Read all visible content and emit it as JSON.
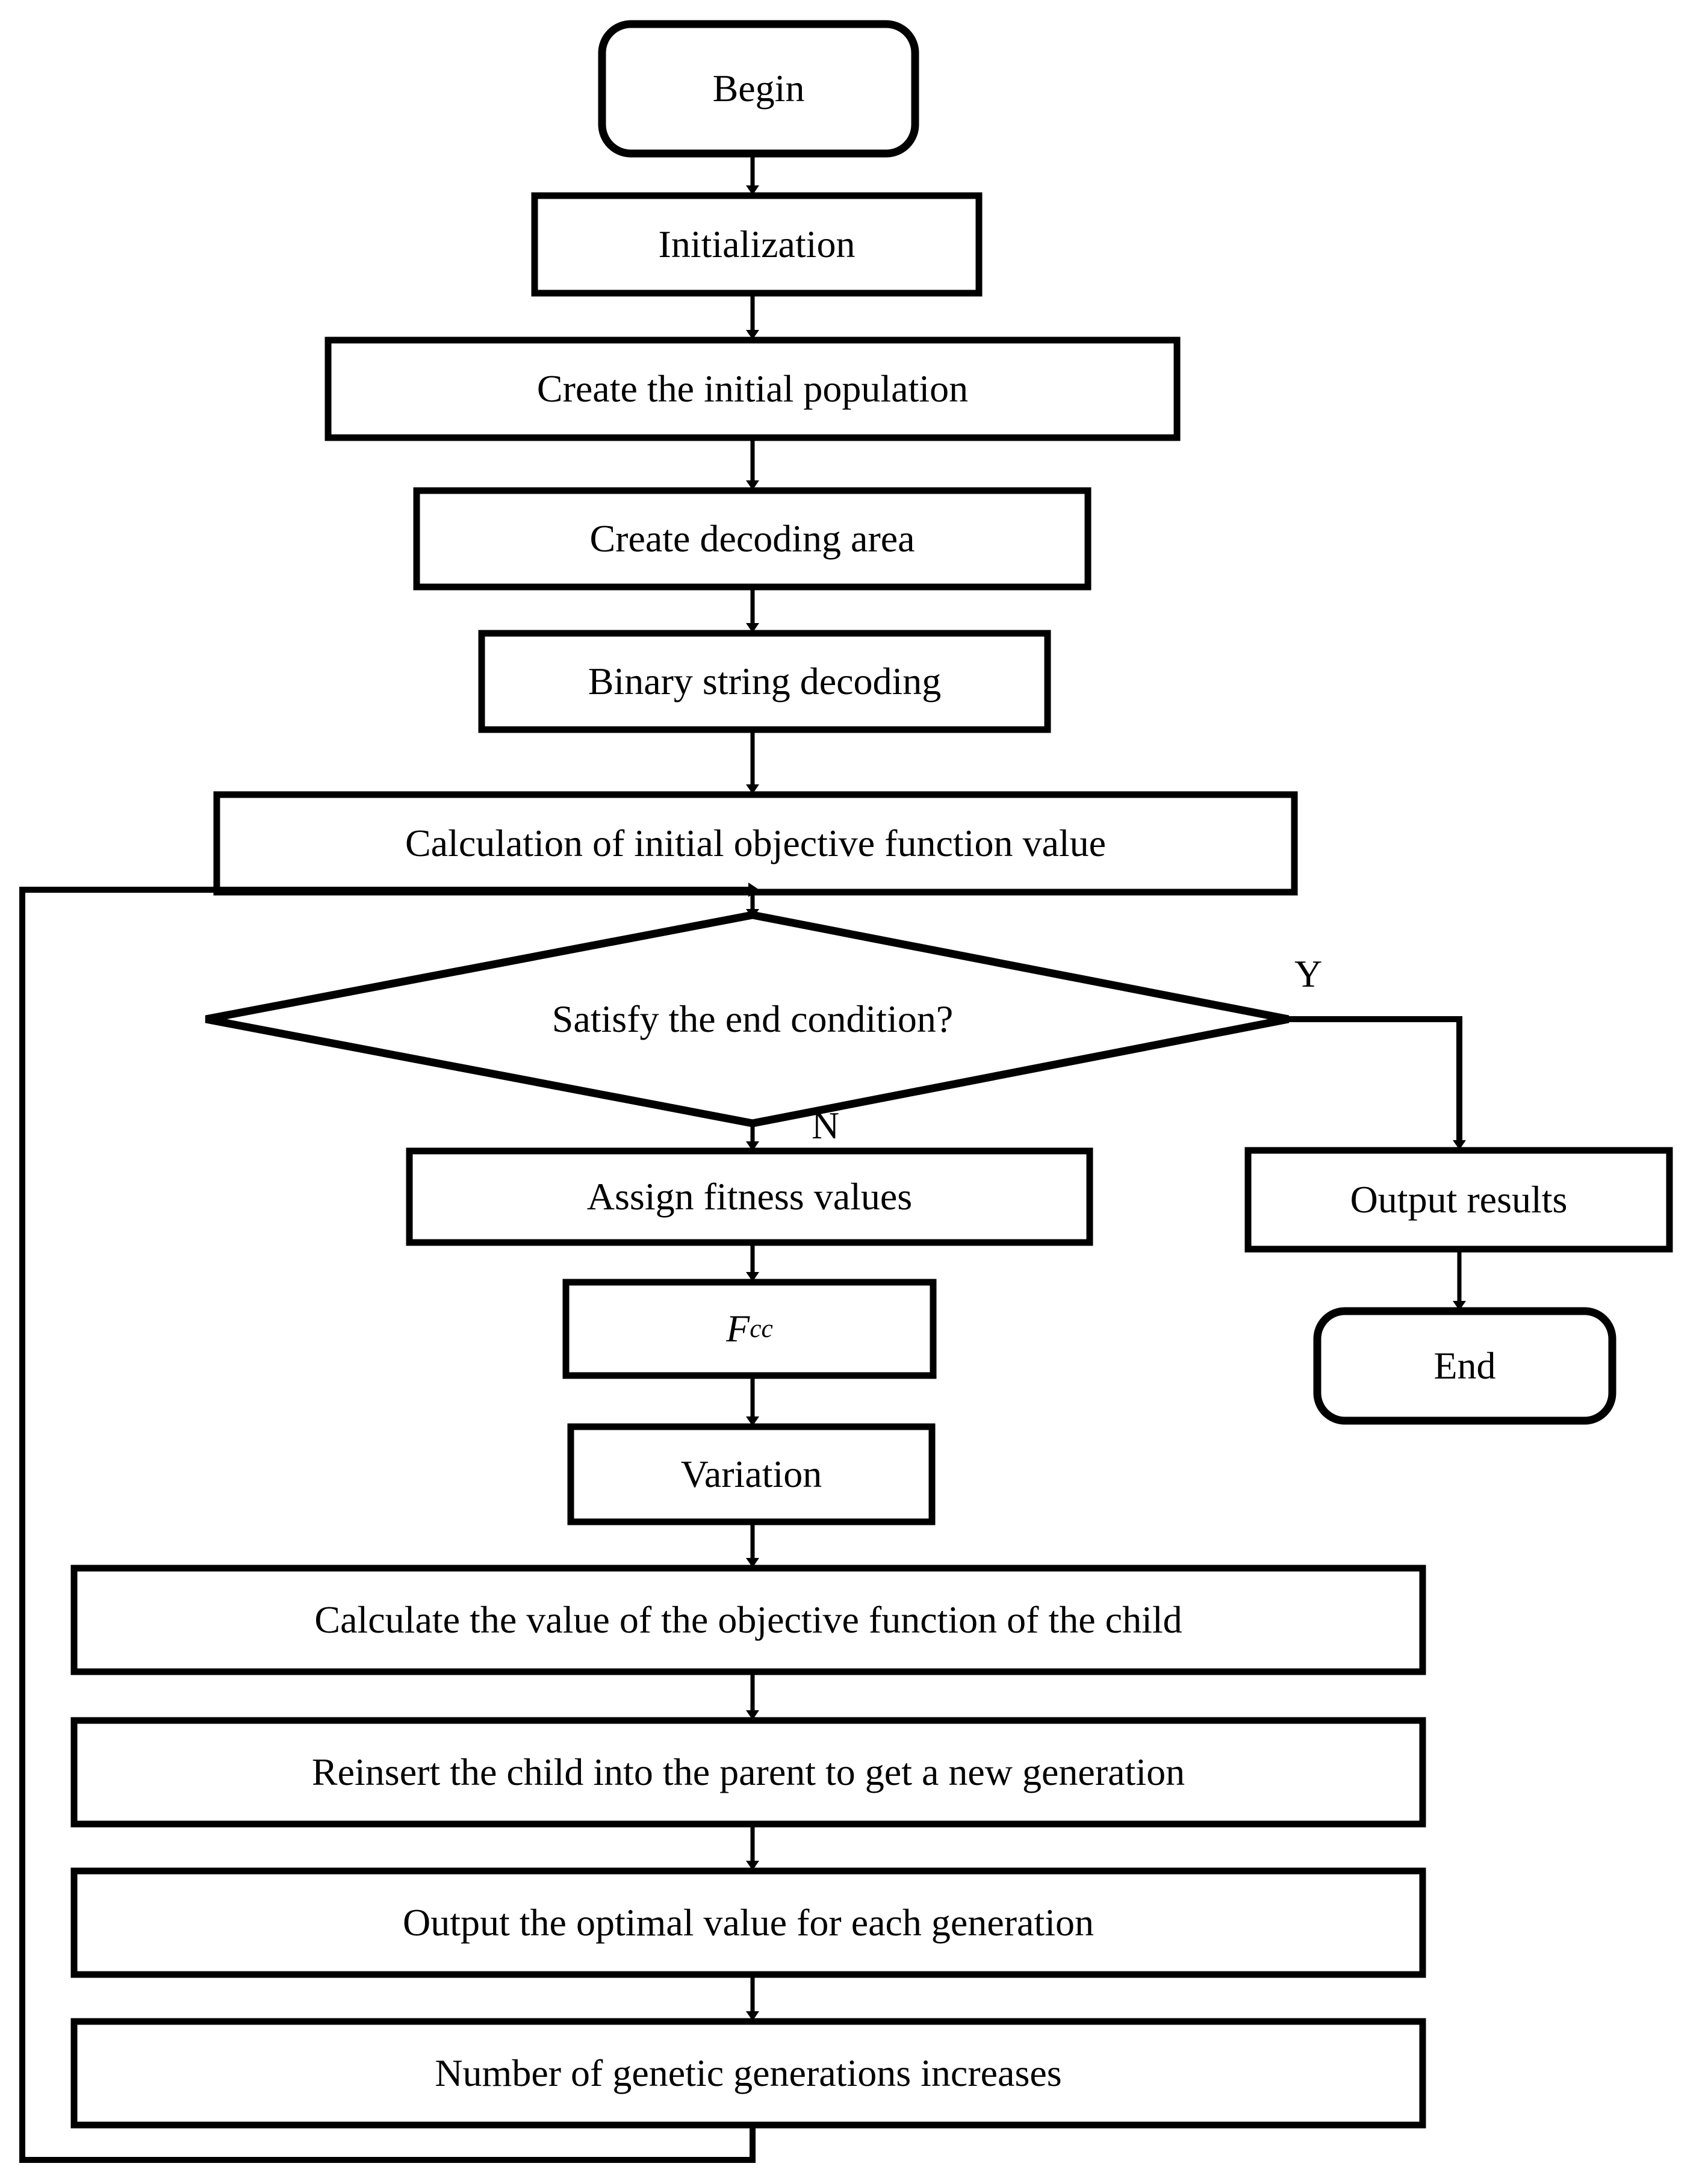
{
  "diagram": {
    "title": "Genetic algorithm flowchart",
    "type": "flowchart",
    "stroke_color": "#000000",
    "fill_color": "#ffffff",
    "text_color": "#000000",
    "nodes": [
      {
        "id": "begin",
        "shape": "rounded-rect",
        "label": "Begin"
      },
      {
        "id": "init",
        "shape": "rect",
        "label": "Initialization"
      },
      {
        "id": "create_pop",
        "shape": "rect",
        "label": "Create the initial population"
      },
      {
        "id": "decode_area",
        "shape": "rect",
        "label": "Create decoding area"
      },
      {
        "id": "bin_decode",
        "shape": "rect",
        "label": "Binary string decoding"
      },
      {
        "id": "calc_init",
        "shape": "rect",
        "label": "Calculation of initial objective function value"
      },
      {
        "id": "decision",
        "shape": "diamond",
        "label": "Satisfy the end condition?"
      },
      {
        "id": "fitness",
        "shape": "rect",
        "label": "Assign fitness values"
      },
      {
        "id": "fcc",
        "shape": "rect",
        "label": "Fcc",
        "label_main": "F",
        "label_sub": "cc"
      },
      {
        "id": "variation",
        "shape": "rect",
        "label": "Variation"
      },
      {
        "id": "calc_child",
        "shape": "rect",
        "label": "Calculate the value of the objective function of the child"
      },
      {
        "id": "reinsert",
        "shape": "rect",
        "label": "Reinsert the child into the parent to get a new generation"
      },
      {
        "id": "output_gen",
        "shape": "rect",
        "label": "Output the optimal value for each generation"
      },
      {
        "id": "gen_count",
        "shape": "rect",
        "label": "Number of genetic generations increases"
      },
      {
        "id": "output_res",
        "shape": "rect",
        "label": "Output results"
      },
      {
        "id": "end",
        "shape": "rounded-rect",
        "label": "End"
      }
    ],
    "edge_labels": {
      "yes": "Y",
      "no": "N"
    }
  }
}
